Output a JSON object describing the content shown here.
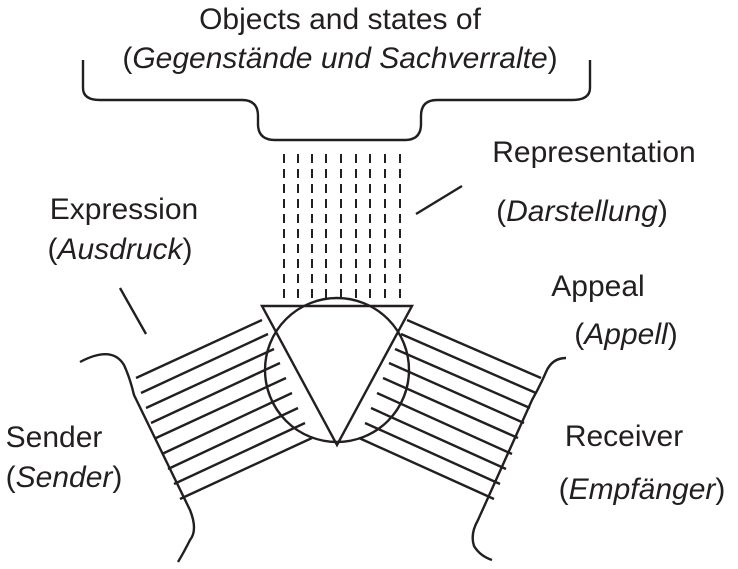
{
  "objects": {
    "line1": "Objects and states of",
    "german": "Gegenstände und Sachverralte"
  },
  "representation": {
    "english": "Representation",
    "german": "Darstellung"
  },
  "expression": {
    "english": "Expression",
    "german": "Ausdruck"
  },
  "appeal": {
    "english": "Appeal",
    "german": "Appell"
  },
  "sender": {
    "english": "Sender",
    "german": "Sender"
  },
  "receiver": {
    "english": "Receiver",
    "german": "Empfänger"
  },
  "paren_open": "(",
  "paren_close": ")"
}
